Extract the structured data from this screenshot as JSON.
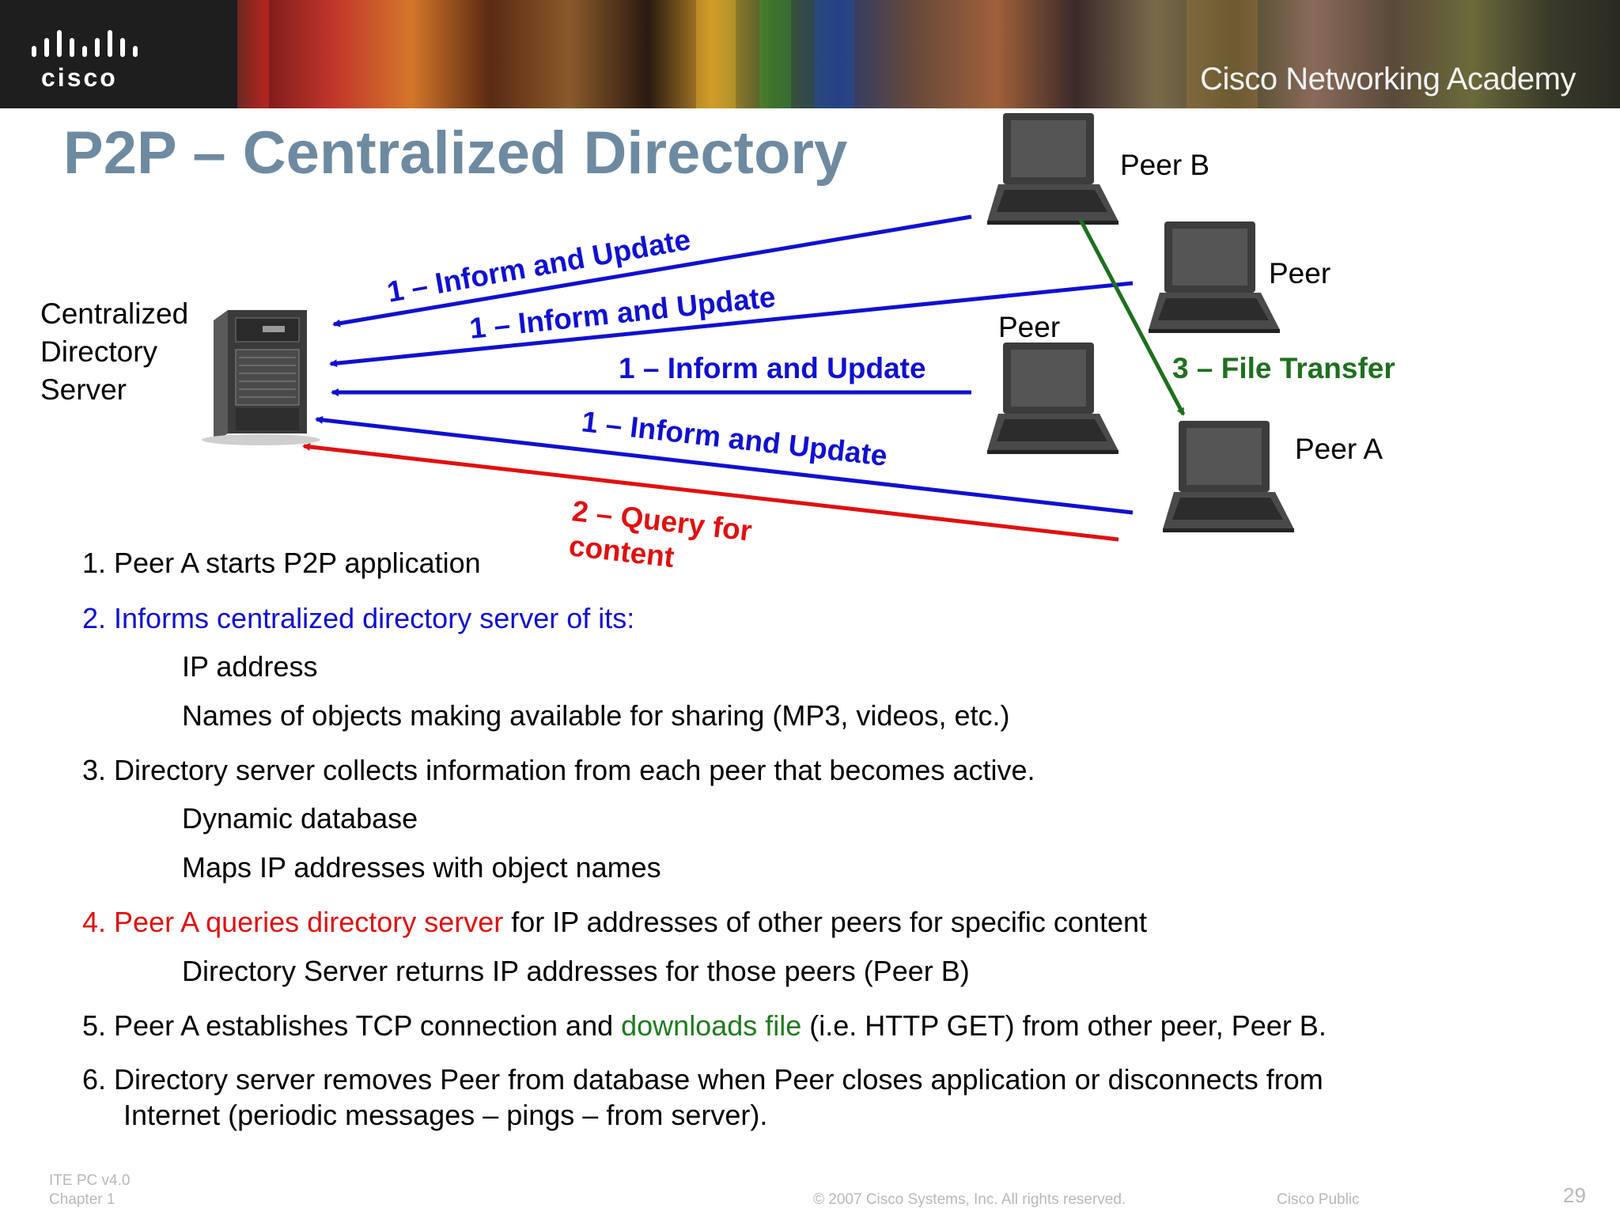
{
  "header": {
    "logo_text": "cisco",
    "academy_text": "Cisco Networking Academy"
  },
  "slide": {
    "title": "P2P – Centralized Directory"
  },
  "diagram": {
    "server_label": [
      "Centralized",
      "Directory",
      "Server"
    ],
    "peers": {
      "peer_b": "Peer B",
      "peer_right": "Peer",
      "peer_mid": "Peer",
      "peer_a": "Peer A"
    },
    "arrows": {
      "inform_1": "1 – Inform and Update",
      "inform_2": "1 – Inform and Update",
      "inform_3": "1 – Inform and Update",
      "inform_4": "1 – Inform and Update",
      "query_line1": "2 – Query for",
      "query_line2": "content",
      "file_transfer": "3 – File Transfer"
    },
    "colors": {
      "inform": "#1010d0",
      "query": "#e01010",
      "transfer": "#1f6f1f"
    }
  },
  "steps": {
    "s1": "1. Peer A starts P2P application",
    "s2": "2. Informs centralized directory server of its:",
    "s2a": "IP address",
    "s2b": "Names of objects making available for sharing (MP3, videos, etc.)",
    "s3": "3. Directory server collects information from each peer that becomes active.",
    "s3a": "Dynamic database",
    "s3b": "Maps IP addresses with object names",
    "s4_red": "4. Peer A queries directory server",
    "s4_rest": " for IP addresses of other peers for specific content",
    "s4a": "Directory Server returns IP addresses for those peers (Peer B)",
    "s5_start": "5. Peer A establishes TCP connection and ",
    "s5_green": "downloads file",
    "s5_end": " (i.e. HTTP GET) from other peer, Peer B.",
    "s6_line1": "6. Directory server removes Peer from database when Peer closes application or disconnects from",
    "s6_line2": "Internet (periodic messages – pings – from server)."
  },
  "footer": {
    "course": "ITE PC v4.0",
    "chapter": "Chapter 1",
    "copyright": "© 2007 Cisco Systems, Inc. All rights reserved.",
    "classification": "Cisco Public",
    "page_number": "29"
  }
}
